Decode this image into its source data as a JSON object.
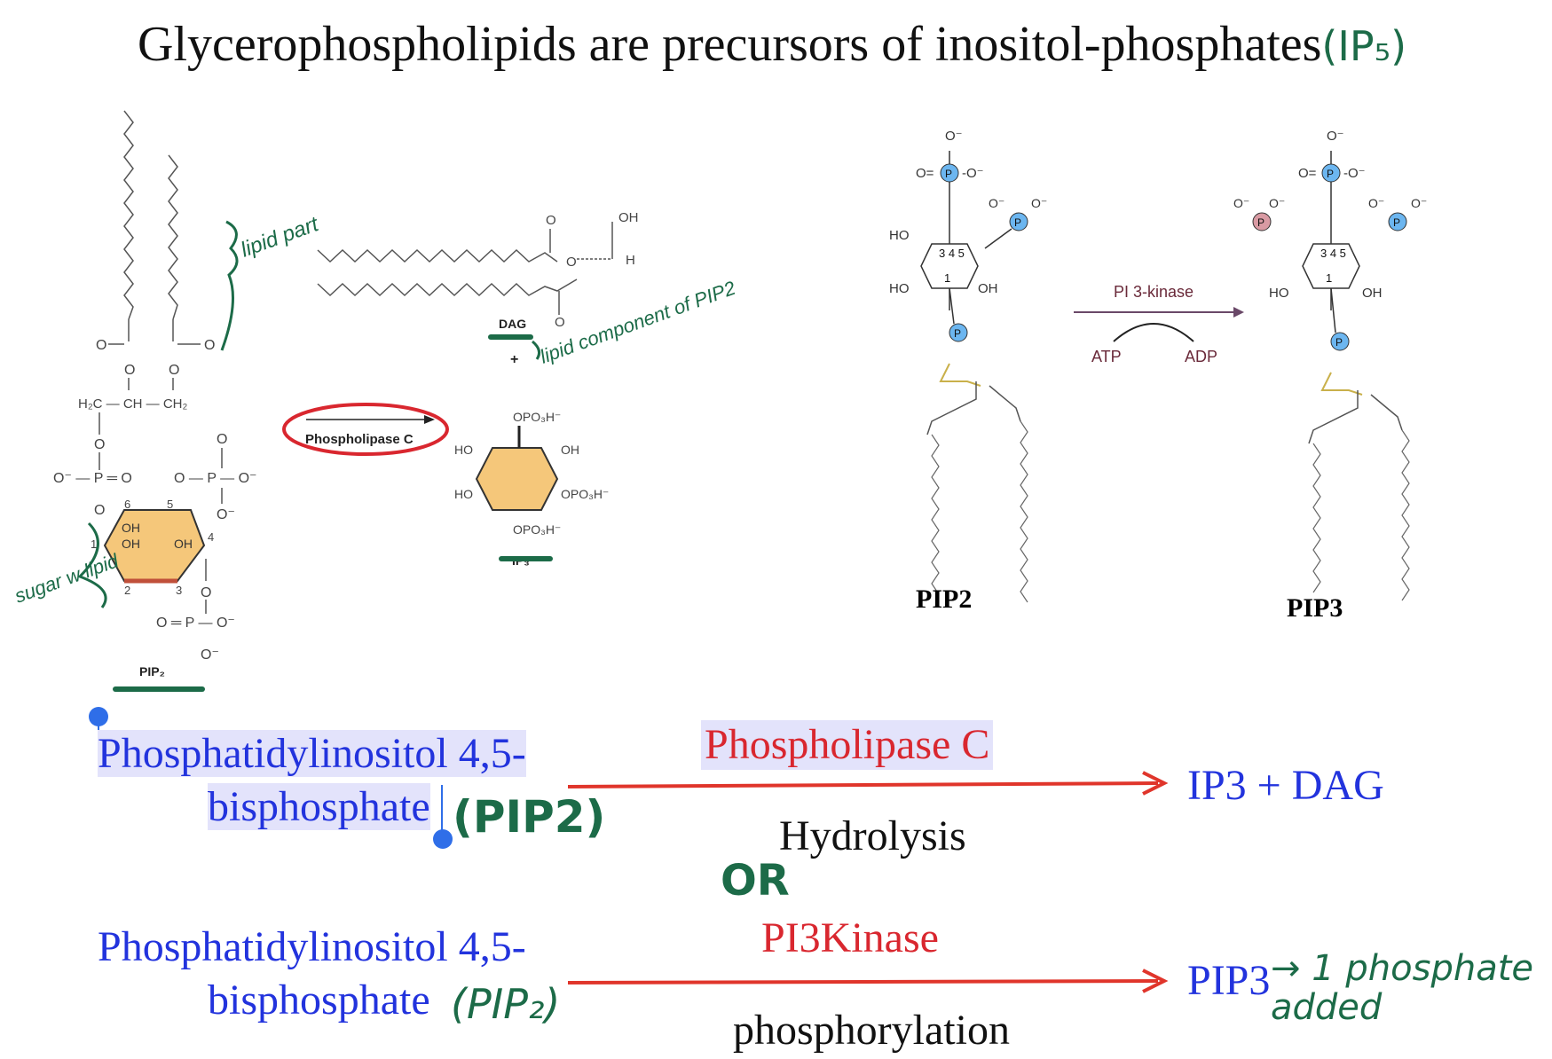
{
  "title": "Glycerophospholipids are precursors of inositol-phosphates",
  "title_annotation": "(IP₅)",
  "left_figure": {
    "pip2_label": "PIP₂",
    "dag_label": "DAG",
    "ip3_label": "IP₃",
    "plus": "+",
    "enzyme_label": "Phospholipase C",
    "ring_oh": "OH",
    "annotation_lipid_part": "lipid part",
    "annotation_sugar": "sugar w lipid",
    "annotation_dag": "lipid component of PIP2"
  },
  "right_figure": {
    "pip2_label": "PIP2",
    "pip3_label": "PIP3",
    "enzyme_label": "PI 3-kinase",
    "atp_label": "ATP",
    "adp_label": "ADP"
  },
  "reaction1": {
    "substrate_line1": "Phosphatidylinositol 4,5-",
    "substrate_line2": "bisphosphate",
    "annotation": "(PIP2)",
    "enzyme": "Phospholipase C",
    "process": "Hydrolysis",
    "product": "IP3 + DAG"
  },
  "or_annotation": "OR",
  "reaction2": {
    "substrate_line1": "Phosphatidylinositol 4,5-",
    "substrate_line2": "bisphosphate",
    "annotation": "(PIP₂)",
    "enzyme": "PI3Kinase",
    "process": "phosphorylation",
    "product": "PIP3",
    "annotation_after": "→ 1 phosphate added"
  },
  "colors": {
    "arrow": "#e0352b",
    "substrate_text": "#2233dd",
    "enzyme_text": "#d9272f",
    "handwriting": "#1c6b48",
    "selection_handle": "#2f6ee8"
  }
}
